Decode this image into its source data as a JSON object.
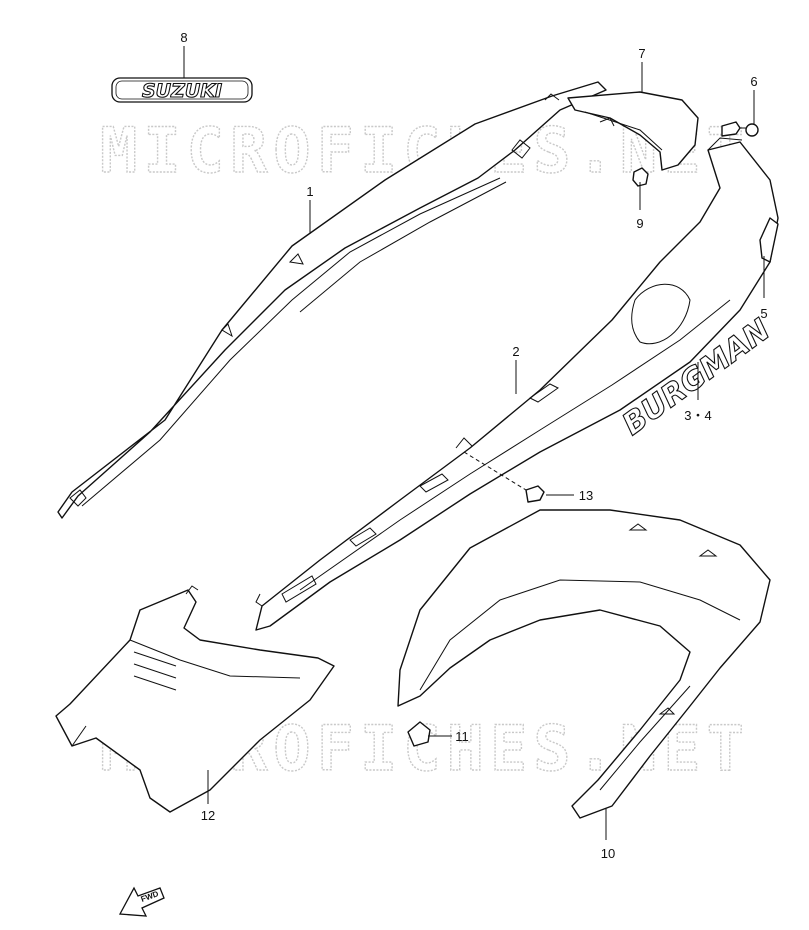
{
  "watermark": {
    "top": "MICROFICHES.NET",
    "bottom": "MICROFICHES.NET"
  },
  "emblems": {
    "suzuki": "SUZUKI",
    "burgman": "BURGMAN",
    "fwd": "FWD"
  },
  "callouts": {
    "c1": "1",
    "c2": "2",
    "c3_4": "3・4",
    "c5": "5",
    "c6": "6",
    "c7": "7",
    "c8": "8",
    "c9": "9",
    "c10": "10",
    "c11": "11",
    "c12": "12",
    "c13": "13"
  }
}
